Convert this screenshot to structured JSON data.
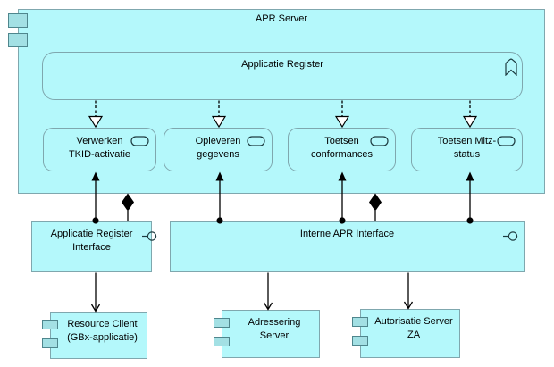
{
  "diagram": {
    "title": "APR Server",
    "function": {
      "label": "Applicatie Register"
    },
    "services": [
      {
        "line1": "Verwerken",
        "line2": "TKID-activatie"
      },
      {
        "line1": "Opleveren",
        "line2": "gegevens"
      },
      {
        "line1": "Toetsen",
        "line2": "conformances"
      },
      {
        "line1": "Toetsen Mitz-",
        "line2": "status"
      }
    ],
    "interfaces": [
      {
        "line1": "Applicatie Register",
        "line2": "Interface"
      },
      {
        "line1": "Interne APR Interface",
        "line2": ""
      }
    ],
    "components": [
      {
        "line1": "Resource Client",
        "line2": "(GBx-applicatie)"
      },
      {
        "line1": "Adressering",
        "line2": "Server"
      },
      {
        "line1": "Autorisatie Server",
        "line2": "ZA"
      }
    ]
  },
  "colors": {
    "element_fill": "#B4F8FB",
    "element_border": "#7FA7AE",
    "component_icon_fill": "#A3E0E4",
    "component_icon_border": "#4F868D",
    "connector_color": "#000000",
    "text_color": "#000000"
  }
}
